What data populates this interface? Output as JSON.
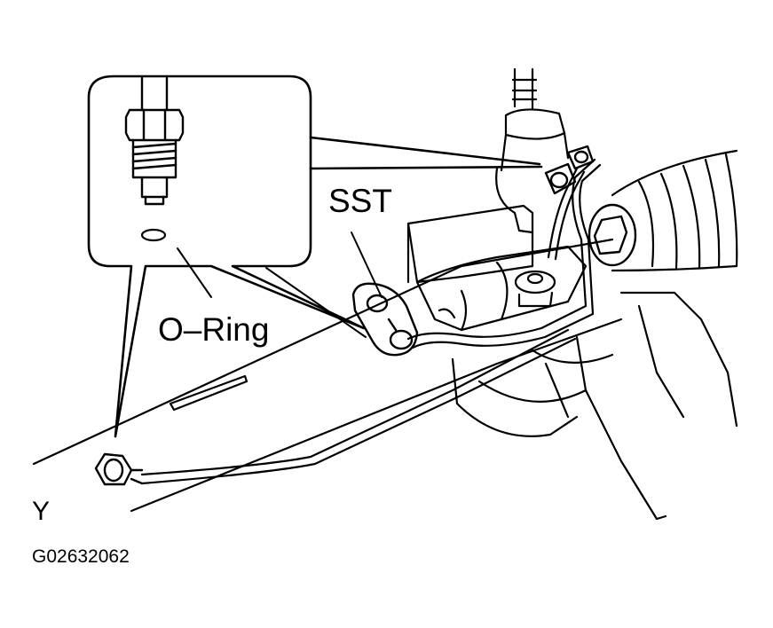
{
  "labels": {
    "sst": "SST",
    "o_ring": "O–Ring",
    "y": "Y",
    "figure_code": "G02632062"
  },
  "colors": {
    "line": "#000000",
    "background": "#ffffff"
  }
}
